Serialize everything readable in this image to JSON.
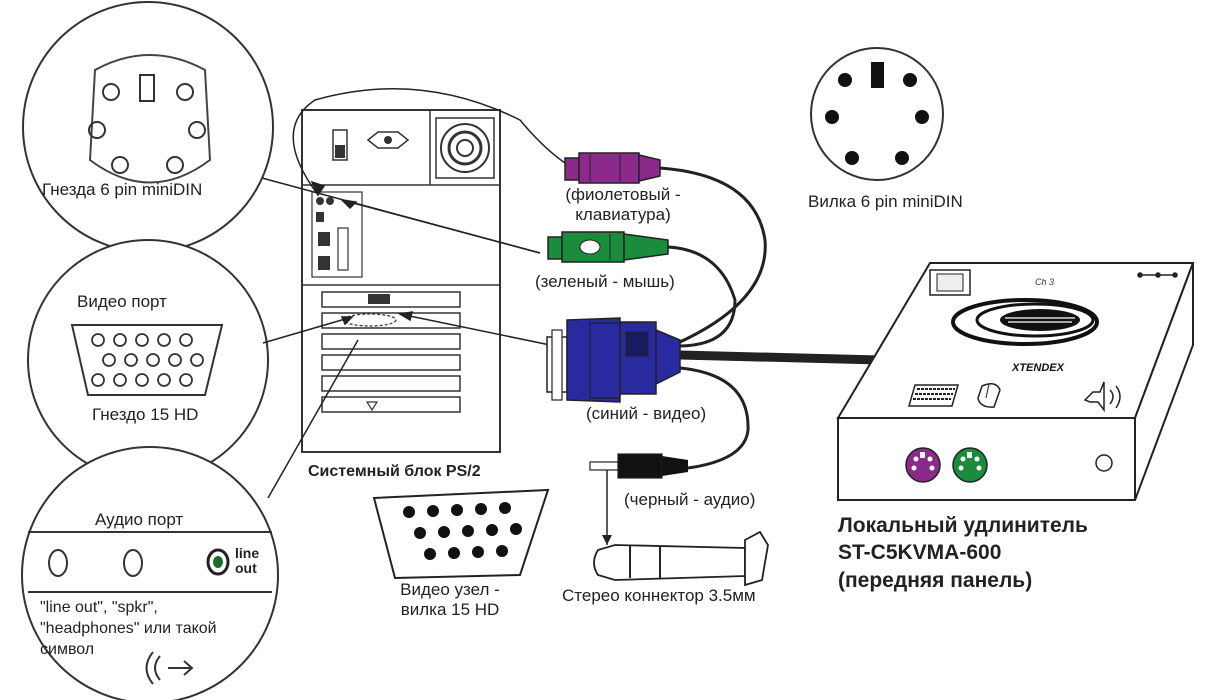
{
  "title": "",
  "labels": {
    "minidin_socket": "Гнезда 6 pin miniDIN",
    "minidin_plug": "Вилка 6 pin miniDIN",
    "violet": "(фиолетовый -",
    "violet2": "клавиатура)",
    "green": "(зеленый - мышь)",
    "video_port": "Видео порт",
    "socket_15hd": "Гнездо 15 HD",
    "blue": "(синий - видео)",
    "system_unit": "Системный блок PS/2",
    "black": "(черный - аудио)",
    "audio_port": "Аудио порт",
    "line": "line",
    "out": "out",
    "audio_note1": "\"line out\", \"spkr\",",
    "audio_note2": "\"headphones\" или такой",
    "audio_note3": "символ",
    "video_node1": "Видео узел -",
    "video_node2": "вилка 15 HD",
    "stereo": "Стерео коннектор 3.5мм",
    "extender1": "Локальный удлинитель",
    "extender2": "ST-C5KVMA-600",
    "extender3": "(передняя панель)",
    "brand": "XTENDEX"
  },
  "colors": {
    "violet": "#8b2a8b",
    "green": "#1a8c3c",
    "blue": "#2a2aa0",
    "black": "#111111"
  }
}
